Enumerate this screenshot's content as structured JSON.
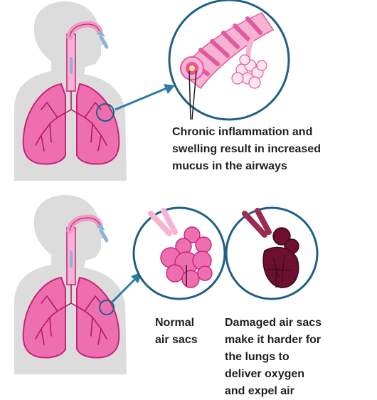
{
  "panels": [
    {
      "id": "bronchitis",
      "caption_lines": [
        "Chronic inflammation and",
        "swelling result in increased",
        "mucus in the airways"
      ]
    },
    {
      "id": "emphysema",
      "normal_caption_lines": [
        "Normal",
        "air sacs"
      ],
      "damaged_caption_lines": [
        "Damaged air sacs",
        "make it harder for",
        "the lungs to",
        "deliver oxygen",
        "and expel air"
      ]
    }
  ],
  "colors": {
    "body_silhouette": "#dcdcdc",
    "lung_fill": "#ee6fb0",
    "lung_light": "#f6b3d4",
    "lung_outline": "#c8227a",
    "bronchi": "#b5186a",
    "arrow_blue": "#2b7da4",
    "circle_border": "#1f5f86",
    "airway_arrow": "#8fb4d4",
    "damaged_sac": "#6d0f2e"
  },
  "icons": [
    "human-torso-icon",
    "lungs-icon",
    "bronchus-icon",
    "alveoli-icon",
    "pointer-arrow-icon"
  ]
}
